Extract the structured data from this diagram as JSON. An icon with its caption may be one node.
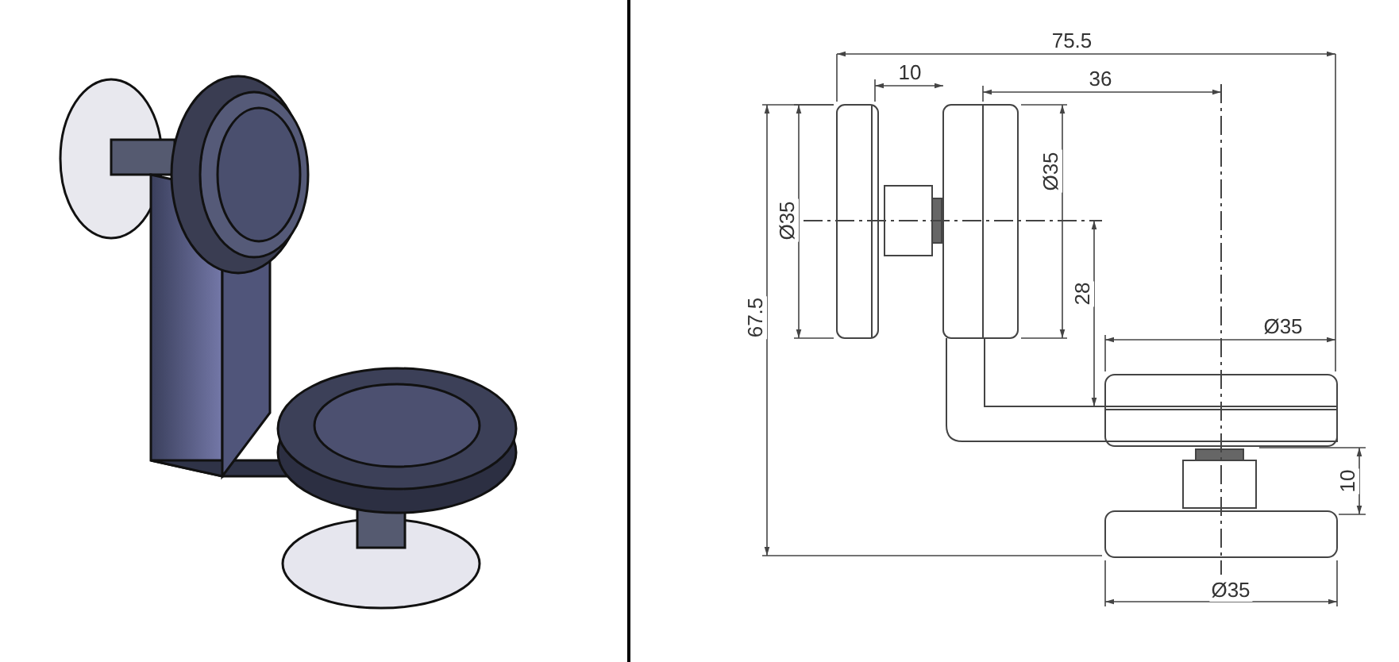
{
  "diagram": {
    "labels": [
      "75.5",
      "10",
      "36",
      "Ø35",
      "Ø35",
      "67.5",
      "28",
      "Ø35",
      "10",
      "Ø35"
    ]
  }
}
